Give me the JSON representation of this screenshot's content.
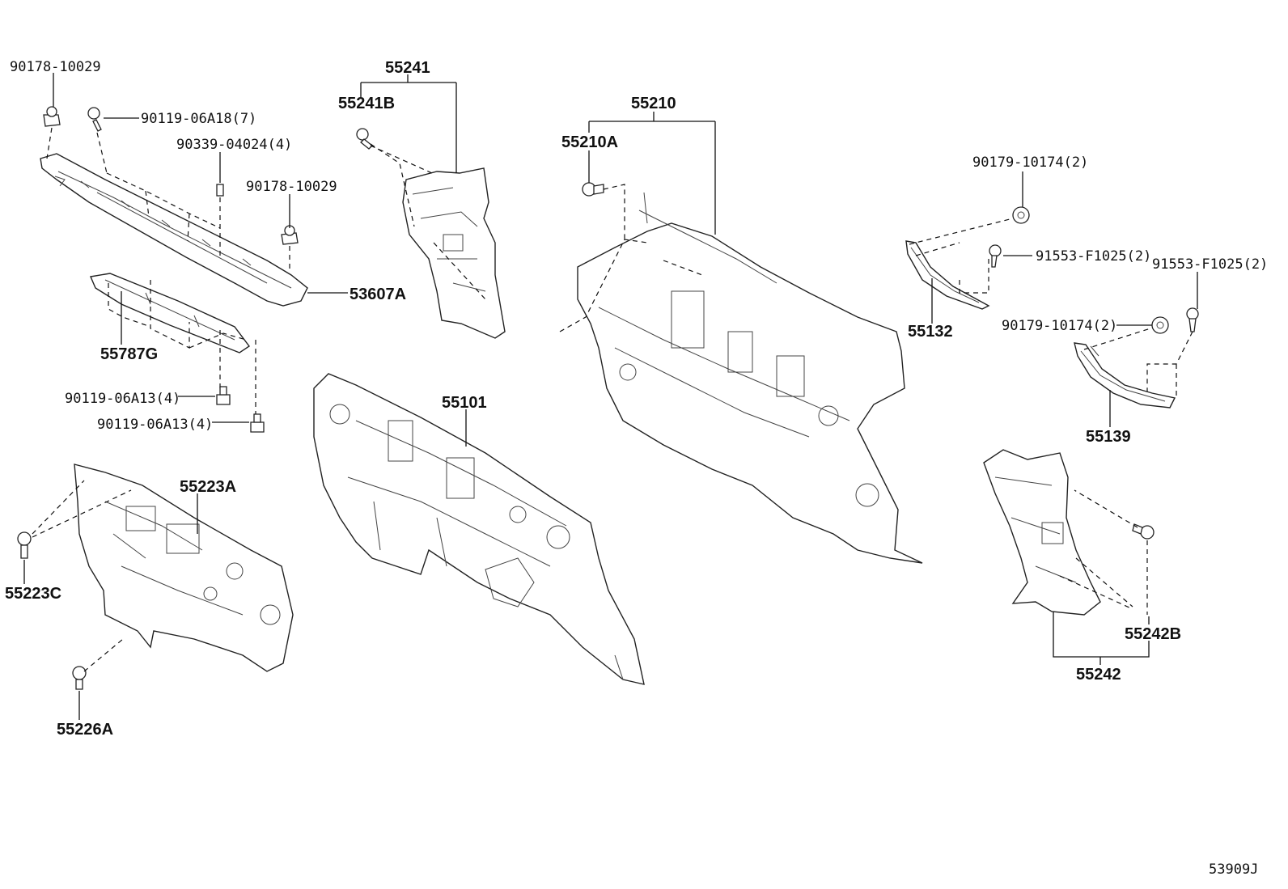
{
  "labels": {
    "p90178_10029_a": "90178-10029",
    "p90119_06A18": "90119-06A18(7)",
    "p90339_04024": "90339-04024(4)",
    "p90178_10029_b": "90178-10029",
    "p53607A": "53607A",
    "p55787G": "55787G",
    "p90119_06A13_a": "90119-06A13(4)",
    "p90119_06A13_b": "90119-06A13(4)",
    "p55223A": "55223A",
    "p55223C": "55223C",
    "p55226A": "55226A",
    "p55241": "55241",
    "p55241B": "55241B",
    "p55101": "55101",
    "p55210": "55210",
    "p55210A": "55210A",
    "p90179_10174_a": "90179-10174(2)",
    "p91553_F1025_a": "91553-F1025(2)",
    "p91553_F1025_b": "91553-F1025(2)",
    "p90179_10174_b": "90179-10174(2)",
    "p55132": "55132",
    "p55139": "55139",
    "p55242B": "55242B",
    "p55242": "55242",
    "diagram_code": "53909J"
  }
}
